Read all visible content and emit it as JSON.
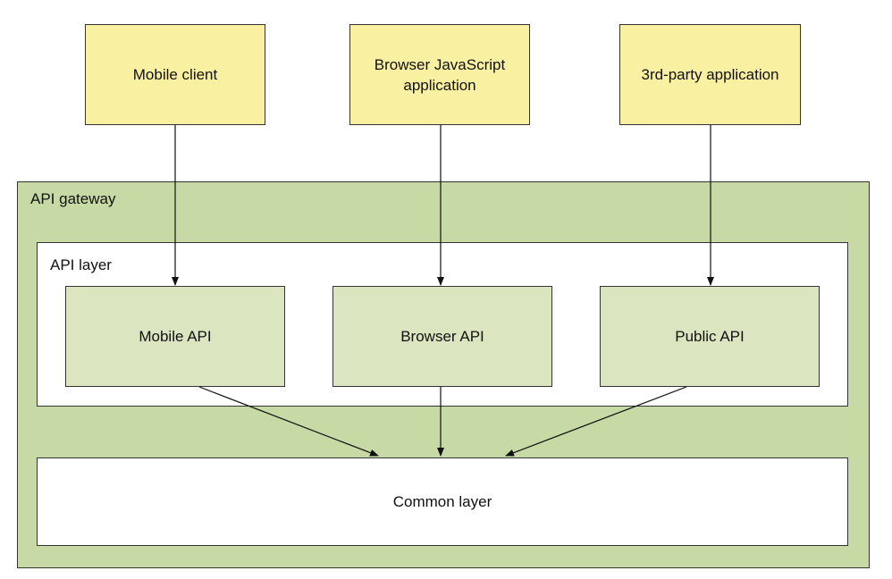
{
  "clients": [
    {
      "label": "Mobile client"
    },
    {
      "label": "Browser JavaScript\napplication"
    },
    {
      "label": "3rd-party application"
    }
  ],
  "gateway": {
    "label": "API gateway",
    "api_layer": {
      "label": "API layer",
      "apis": [
        {
          "label": "Mobile API"
        },
        {
          "label": "Browser API"
        },
        {
          "label": "Public API"
        }
      ]
    },
    "common_layer": {
      "label": "Common layer"
    }
  },
  "colors": {
    "client_fill": "#faf0a2",
    "gateway_fill": "#c7daa6",
    "api_fill": "#dbe5c0",
    "layer_fill": "#ffffff",
    "stroke": "#333333"
  }
}
